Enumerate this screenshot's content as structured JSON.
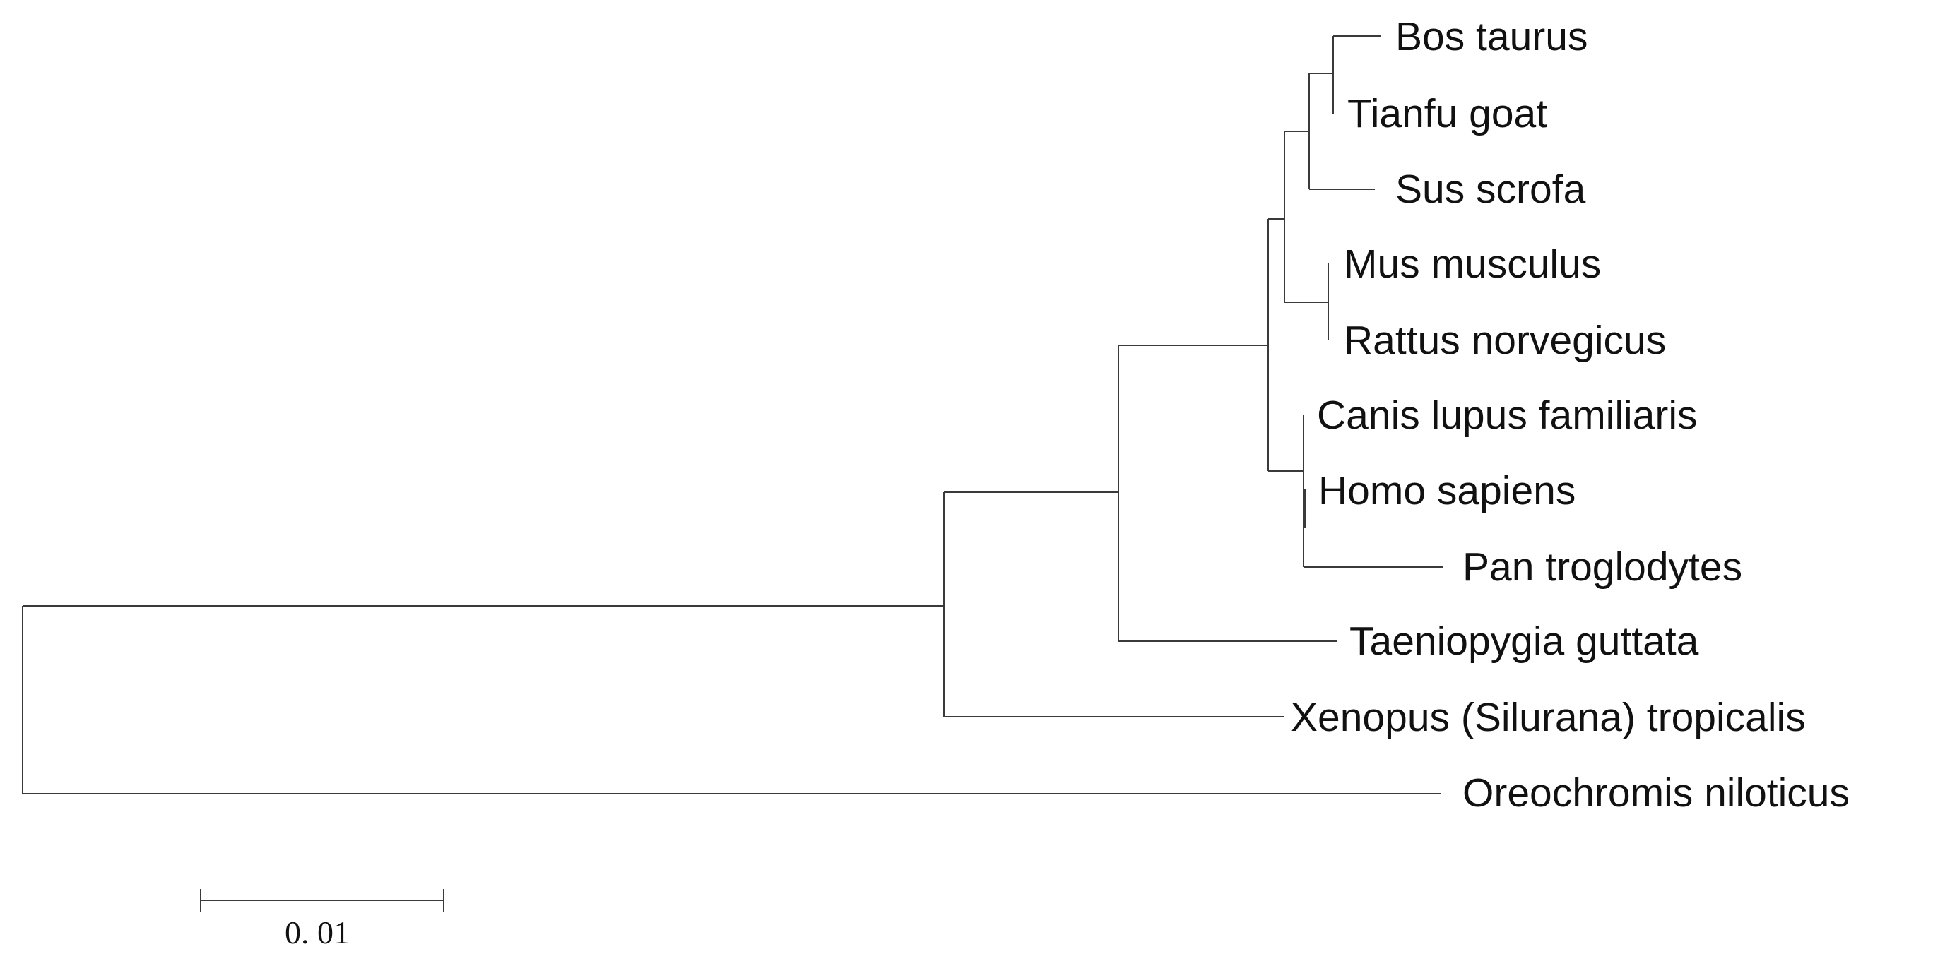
{
  "tree": {
    "leaves": [
      "Bos taurus",
      "Tianfu goat",
      "Sus scrofa",
      "Mus musculus",
      "Rattus norvegicus",
      "Canis lupus familiaris",
      "Homo sapiens",
      "Pan troglodytes",
      "Taeniopygia guttata",
      "Xenopus (Silurana) tropicalis",
      "Oreochromis niloticus"
    ],
    "scale_bar": {
      "value": 0.01,
      "label": "0. 01"
    },
    "colors": {
      "branch": "#3a3a3a",
      "text": "#111111",
      "background": "#ffffff"
    }
  }
}
